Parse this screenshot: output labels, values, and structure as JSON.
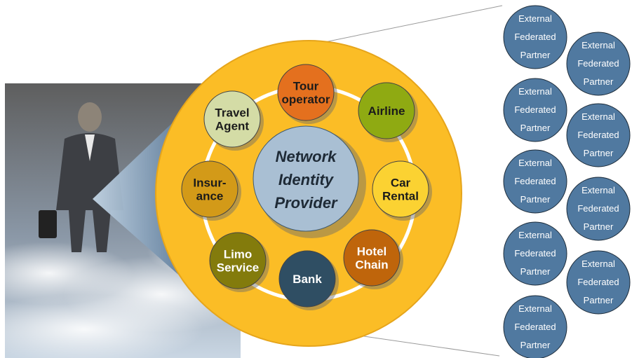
{
  "center": {
    "lines": [
      "Network",
      "Identity",
      "Provider"
    ],
    "color": "#a9bfd3"
  },
  "partners": [
    {
      "lines": [
        "Tour",
        "operator"
      ],
      "color": "#e4701e"
    },
    {
      "lines": [
        "Airline"
      ],
      "color": "#8faa12"
    },
    {
      "lines": [
        "Car",
        "Rental"
      ],
      "color": "#fbd232"
    },
    {
      "lines": [
        "Hotel",
        "Chain"
      ],
      "color": "#bf650b"
    },
    {
      "lines": [
        "Bank"
      ],
      "color": "#2f4e63"
    },
    {
      "lines": [
        "Limo",
        "Service"
      ],
      "color": "#837b0c"
    },
    {
      "lines": [
        "Insur-",
        "ance"
      ],
      "color": "#d39a18"
    },
    {
      "lines": [
        "Travel",
        "Agent"
      ],
      "color": "#d4dca6"
    }
  ],
  "external_partners": [
    {
      "lines": [
        "External",
        "Federated",
        "Partner"
      ]
    },
    {
      "lines": [
        "External",
        "Federated",
        "Partner"
      ]
    },
    {
      "lines": [
        "External",
        "Federated",
        "Partner"
      ]
    },
    {
      "lines": [
        "External",
        "Federated",
        "Partner"
      ]
    },
    {
      "lines": [
        "External",
        "Federated",
        "Partner"
      ]
    },
    {
      "lines": [
        "External",
        "Federated",
        "Partner"
      ]
    },
    {
      "lines": [
        "External",
        "Federated",
        "Partner"
      ]
    },
    {
      "lines": [
        "External",
        "Federated",
        "Partner"
      ]
    },
    {
      "lines": [
        "External",
        "Federated",
        "Partner"
      ]
    }
  ],
  "colors": {
    "outer_ring": "#fbbd26",
    "inner_ring_line": "#ffffff",
    "external_fill": "#5079a0",
    "external_text": "#ffffff",
    "photo_top": "#5e5e5e",
    "photo_bottom": "#b8c8d8",
    "connector_line": "#9a9a9a"
  },
  "photo": {
    "icon": "businessman-on-clouds-photo"
  }
}
